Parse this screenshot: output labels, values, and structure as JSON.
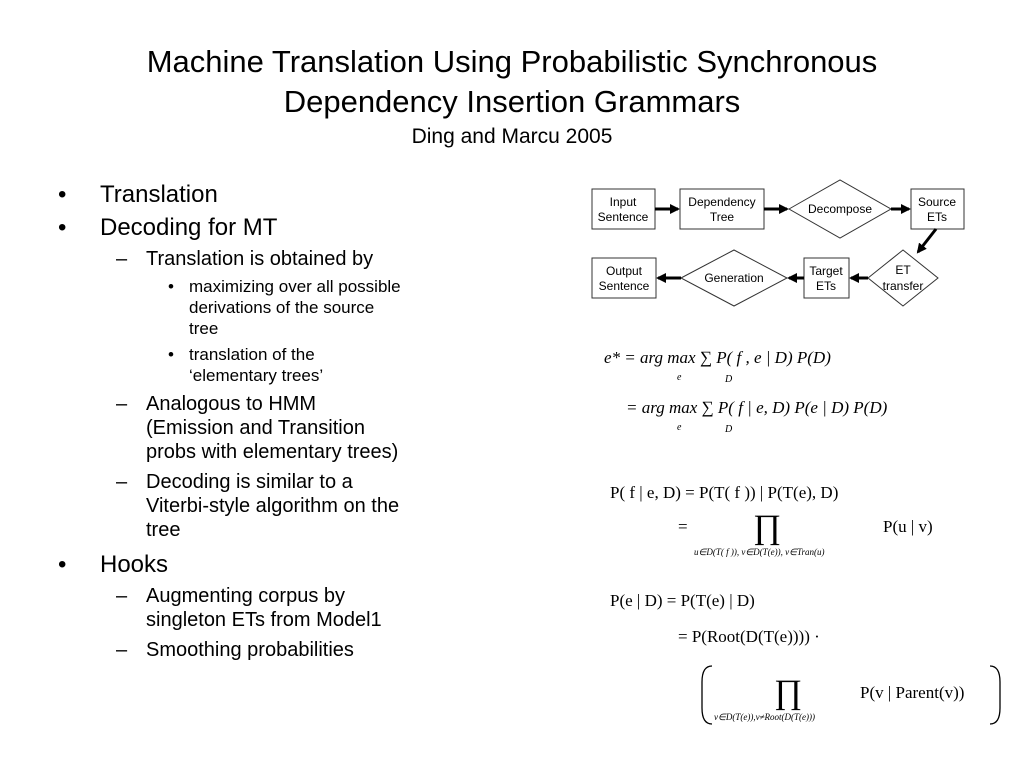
{
  "title": {
    "line1": "Machine Translation Using Probabilistic Synchronous",
    "line2": "Dependency Insertion Grammars",
    "subtitle": "Ding and Marcu 2005"
  },
  "bullets": {
    "translation": "Translation",
    "decoding": "Decoding for MT",
    "obtained": "Translation is obtained by",
    "maximizing": [
      "maximizing over all possible",
      "derivations of the source",
      "tree"
    ],
    "elementary": [
      "translation of the",
      "‘elementary trees’"
    ],
    "hmm": [
      "Analogous to HMM",
      "(Emission and Transition",
      "probs with elementary trees)"
    ],
    "viterbi": [
      "Decoding is similar to a",
      "Viterbi-style algorithm on the",
      "tree"
    ],
    "hooks": "Hooks",
    "augmenting": [
      "Augmenting corpus by",
      "singleton ETs from Model1"
    ],
    "smoothing": "Smoothing probabilities",
    "dot": "•",
    "dash": "–"
  },
  "flowchart": {
    "input_sentence": [
      "Input",
      "Sentence"
    ],
    "dependency_tree": [
      "Dependency",
      "Tree"
    ],
    "decompose": "Decompose",
    "source_ets": [
      "Source",
      "ETs"
    ],
    "et_transfer": [
      "ET",
      "transfer"
    ],
    "target_ets": [
      "Target",
      "ETs"
    ],
    "generation": "Generation",
    "output_sentence": [
      "Output",
      "Sentence"
    ]
  },
  "equations": {
    "eq1_line1": "e* = arg max ∑ P( f , e | D) P(D)",
    "eq1_line2": "= arg max ∑ P( f | e, D) P(e | D) P(D)",
    "eq1_sub_e": "e",
    "eq1_sub_d": "D",
    "eq2_line1": "P( f | e, D) = P(T( f )) | P(T(e), D)",
    "eq2_prod": "∏",
    "eq2_rhs": "P(u | v)",
    "eq2_sub": "u∈D(T( f )), v∈D(T(e)), v∈Tran(u)",
    "eq3_line1": "P(e | D) = P(T(e) | D)",
    "eq3_line2": "= P(Root(D(T(e)))) ·",
    "eq3_prod": "∏",
    "eq3_rhs": "P(v | Parent(v))",
    "eq3_sub": "v∈D(T(e)),v≠Root(D(T(e)))",
    "equals": "="
  },
  "colors": {
    "text": "#000000",
    "box_fill": "#ffffff",
    "box_stroke": "#333333"
  }
}
